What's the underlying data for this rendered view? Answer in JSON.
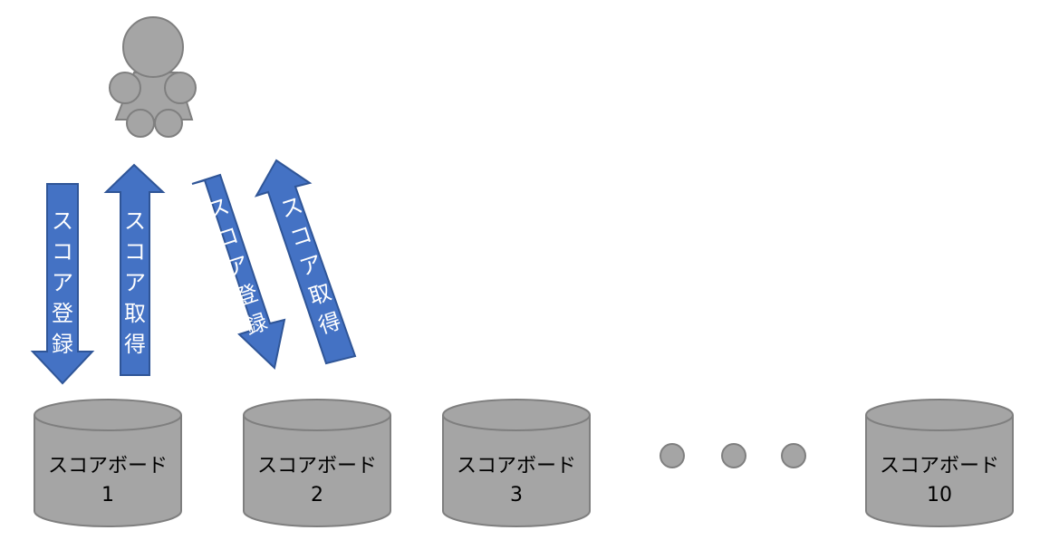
{
  "colors": {
    "arrow_fill": "#4472C4",
    "arrow_stroke": "#2F5597",
    "shape_fill": "#A5A5A5",
    "shape_stroke": "#7F7F7F",
    "label_on_arrow": "#FFFFFF",
    "label_on_db": "#000000"
  },
  "user": {
    "icon": "user-icon"
  },
  "arrows": [
    {
      "id": "register-1",
      "direction": "down",
      "chars": [
        "ス",
        "コ",
        "ア",
        "登",
        "録"
      ]
    },
    {
      "id": "fetch-1",
      "direction": "up",
      "chars": [
        "ス",
        "コ",
        "ア",
        "取",
        "得"
      ]
    },
    {
      "id": "register-2",
      "direction": "down",
      "chars": [
        "ス",
        "コ",
        "ア",
        "登",
        "録"
      ]
    },
    {
      "id": "fetch-2",
      "direction": "up",
      "chars": [
        "ス",
        "コ",
        "ア",
        "取",
        "得"
      ]
    }
  ],
  "scoreboards": [
    {
      "line1": "スコアボード",
      "line2": "1"
    },
    {
      "line1": "スコアボード",
      "line2": "2"
    },
    {
      "line1": "スコアボード",
      "line2": "3"
    },
    {
      "line1": "スコアボード",
      "line2": "10"
    }
  ],
  "ellipsis_icon": "ellipsis-dots-icon"
}
